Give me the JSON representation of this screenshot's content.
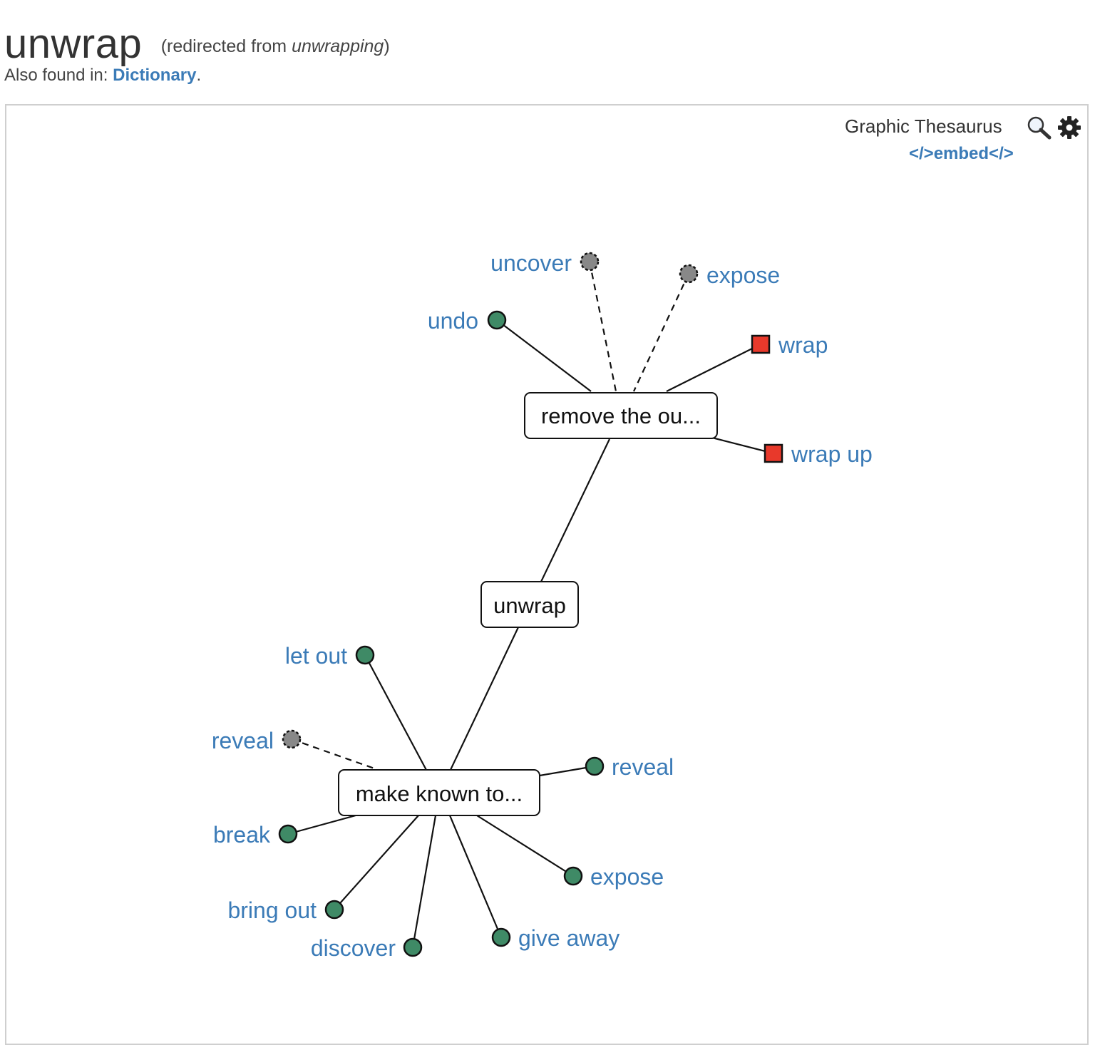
{
  "header": {
    "headword": "unwrap",
    "redirect_prefix": "(redirected from ",
    "redirect_word": "unwrapping",
    "redirect_suffix": ")",
    "also_found_prefix": "Also found in: ",
    "also_found_link": "Dictionary",
    "also_found_suffix": "."
  },
  "widget": {
    "title": "Graphic Thesaurus",
    "search_icon": "search-icon",
    "gear_icon": "gear-icon",
    "embed_label": "</>embed</>"
  },
  "colors": {
    "link_blue": "#3b7bb7",
    "synonym_green": "#3f8a66",
    "related_gray": "#888888",
    "antonym_red": "#e8392b"
  },
  "graph": {
    "center": {
      "id": "center",
      "label": "unwrap"
    },
    "hubs": [
      {
        "id": "h1",
        "label": "remove the ou..."
      },
      {
        "id": "h2",
        "label": "make known to..."
      }
    ],
    "leaves": [
      {
        "id": "l1",
        "hub": "h1",
        "label": "undo",
        "kind": "synonym"
      },
      {
        "id": "l2",
        "hub": "h1",
        "label": "uncover",
        "kind": "related"
      },
      {
        "id": "l3",
        "hub": "h1",
        "label": "expose",
        "kind": "related"
      },
      {
        "id": "l4",
        "hub": "h1",
        "label": "wrap",
        "kind": "antonym"
      },
      {
        "id": "l5",
        "hub": "h1",
        "label": "wrap up",
        "kind": "antonym"
      },
      {
        "id": "l6",
        "hub": "h2",
        "label": "let out",
        "kind": "synonym"
      },
      {
        "id": "l7",
        "hub": "h2",
        "label": "reveal",
        "kind": "related"
      },
      {
        "id": "l8",
        "hub": "h2",
        "label": "reveal",
        "kind": "synonym"
      },
      {
        "id": "l9",
        "hub": "h2",
        "label": "break",
        "kind": "synonym"
      },
      {
        "id": "l10",
        "hub": "h2",
        "label": "expose",
        "kind": "synonym"
      },
      {
        "id": "l11",
        "hub": "h2",
        "label": "bring out",
        "kind": "synonym"
      },
      {
        "id": "l12",
        "hub": "h2",
        "label": "give away",
        "kind": "synonym"
      },
      {
        "id": "l13",
        "hub": "h2",
        "label": "discover",
        "kind": "synonym"
      }
    ]
  }
}
